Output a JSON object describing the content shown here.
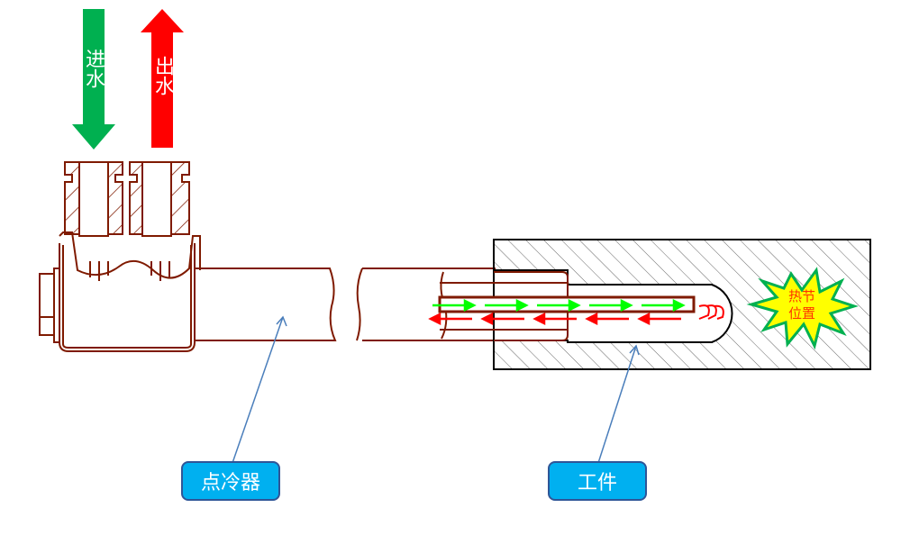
{
  "diagram": {
    "inlet_arrow": {
      "label": "进水",
      "direction": "down",
      "color": "#00b050"
    },
    "outlet_arrow": {
      "label": "出水",
      "direction": "up",
      "color": "#ff0000"
    },
    "labels": {
      "cooler": "点冷器",
      "workpiece": "工件",
      "hotspot_line1": "热节",
      "hotspot_line2": "位置"
    },
    "flow": {
      "supply_color": "#00ff00",
      "return_color": "#ff0000"
    },
    "colors": {
      "cooler_outline": "#7f1a00",
      "workpiece_outline": "#000000",
      "hatch": "#555555",
      "callout_fill": "#00b0f0",
      "callout_border": "#2f5597",
      "leader_line": "#4a7ebb",
      "hotspot_fill": "#ffff00",
      "hotspot_border": "#00b050"
    }
  }
}
